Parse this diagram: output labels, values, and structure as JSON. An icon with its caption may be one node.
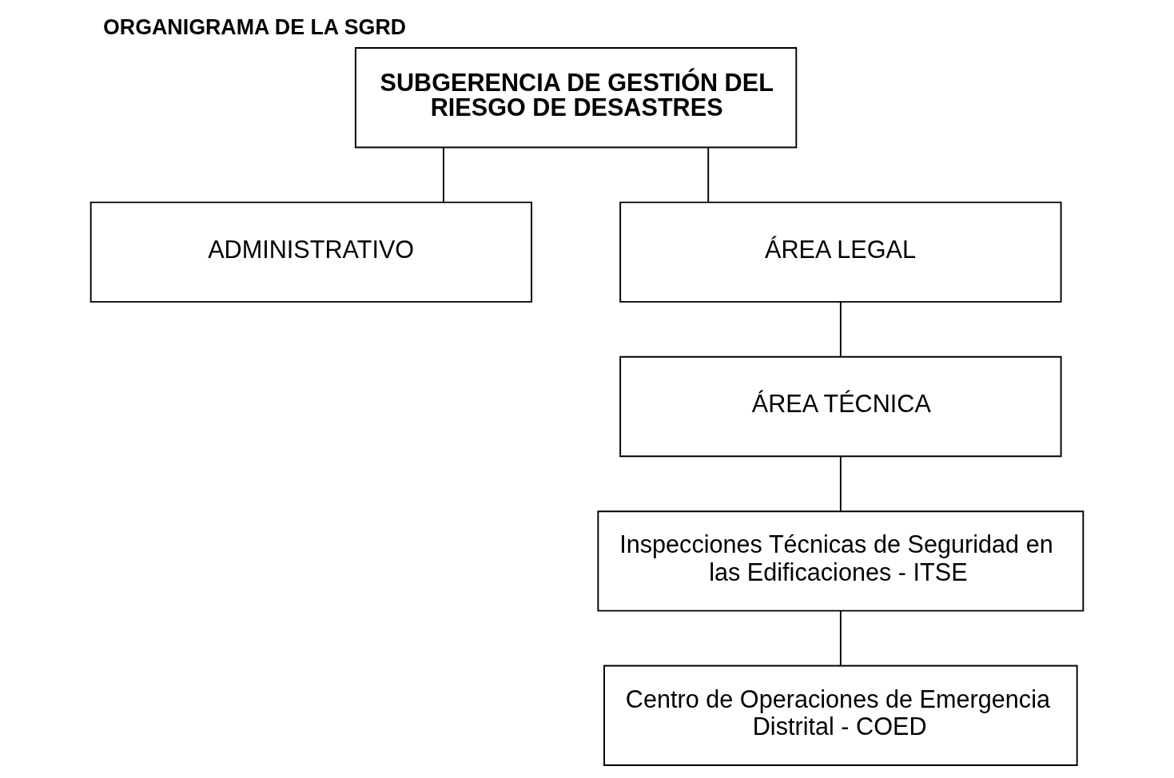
{
  "diagram": {
    "title": "ORGANIGRAMA DE LA SGRD",
    "nodes": [
      {
        "text": [
          "SUBGERENCIA DE GESTIÓN DEL RIESGO DE DESASTRES"
        ]
      },
      {
        "text": [
          "ADMINISTRATIVO"
        ]
      },
      {
        "text": [
          "ÁREA LEGAL"
        ]
      },
      {
        "text": [
          "ÁREA TÉCNICA"
        ]
      },
      {
        "text": [
          "Inspecciones Técnicas de Seguridad en las Edificaciones - ITSE"
        ]
      },
      {
        "text": [
          "Centro de Operaciones de Emergencia Distrital - COED"
        ]
      }
    ],
    "edges": [
      {
        "from": 0,
        "to": 1,
        "arrow": "none"
      },
      {
        "from": 0,
        "to": 2,
        "arrow": "none"
      },
      {
        "from": 2,
        "to": 3,
        "arrow": "none"
      },
      {
        "from": 3,
        "to": 4,
        "arrow": "none"
      },
      {
        "from": 4,
        "to": 5,
        "arrow": "none"
      }
    ]
  }
}
